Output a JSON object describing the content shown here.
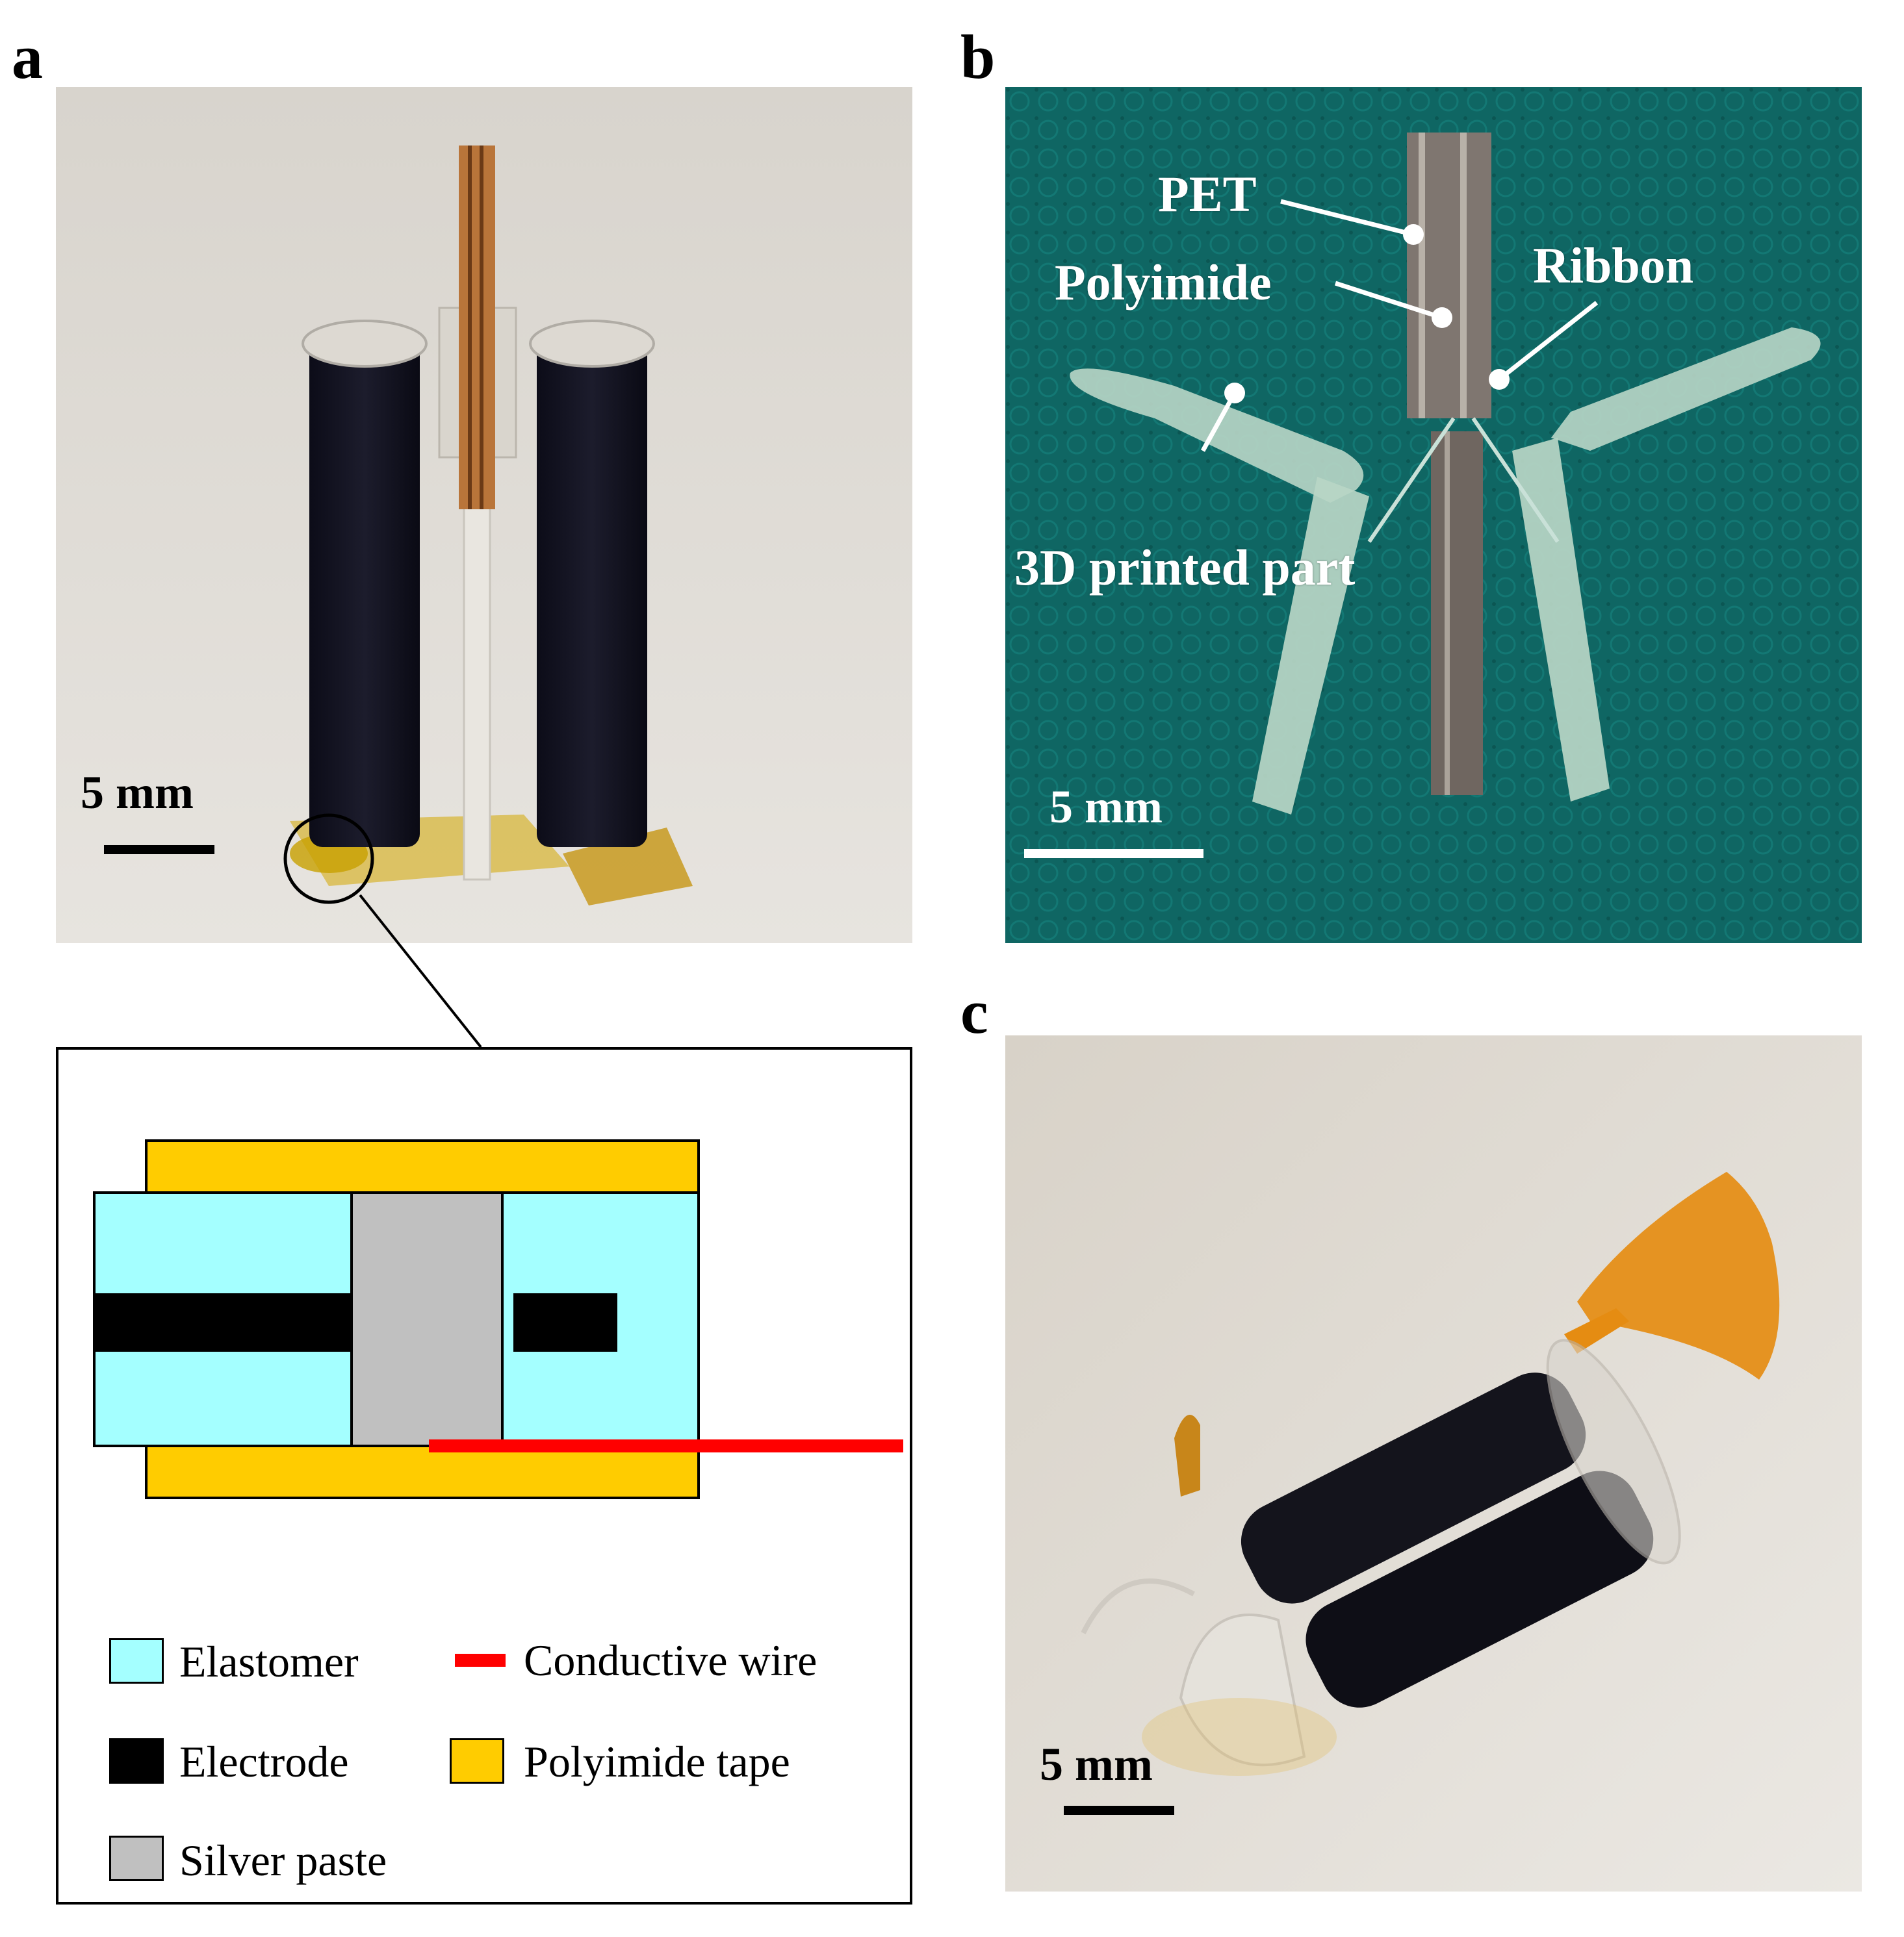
{
  "figure": {
    "panel_letters": {
      "a": "a",
      "b": "b",
      "c": "c"
    },
    "panel_a": {
      "scale_bar_label": "5 mm"
    },
    "panel_b": {
      "scale_bar_label": "5 mm",
      "callouts": {
        "pet": "PET",
        "polyimide": "Polyimide",
        "ribbon": "Ribbon",
        "printed_part": "3D printed part"
      }
    },
    "panel_c": {
      "scale_bar_label": "5 mm"
    },
    "schematic_legend": {
      "elastomer": "Elastomer",
      "conductive_wire": "Conductive wire",
      "electrode": "Electrode",
      "polyimide_tape": "Polyimide tape",
      "silver_paste": "Silver paste"
    },
    "colors": {
      "elastomer": "#A4FFFF",
      "electrode": "#000000",
      "silver_paste": "#C0C0C0",
      "polyimide_tape": "#FFCC00",
      "conductive_wire": "#FF0000"
    }
  }
}
